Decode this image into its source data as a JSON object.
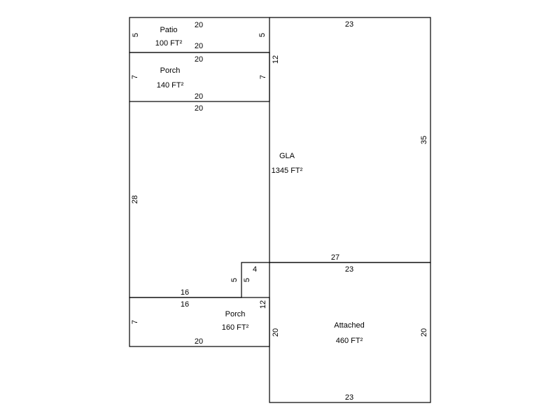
{
  "areas": {
    "patio": {
      "name": "Patio",
      "area": "100 FT²"
    },
    "porch_upper": {
      "name": "Porch",
      "area": "140 FT²"
    },
    "gla": {
      "name": "GLA",
      "area": "1345 FT²"
    },
    "porch_lower": {
      "name": "Porch",
      "area": "160 FT²"
    },
    "attached": {
      "name": "Attached",
      "area": "460 FT²"
    }
  },
  "dims": {
    "patio_top": "20",
    "patio_bottom": "20",
    "patio_left": "5",
    "patio_right": "5",
    "porch_u_top": "20",
    "porch_u_bottom": "20",
    "porch_u_left": "7",
    "porch_u_right": "7",
    "gla_top_left": "20",
    "gla_top_right": "23",
    "gla_right": "35",
    "gla_left": "28",
    "gla_inner_12_upper": "12",
    "gla_bottom": "27",
    "gla_step_4": "4",
    "gla_step_5": "5",
    "gla_step_16": "16",
    "porch_l_top": "16",
    "porch_l_step_5": "5",
    "porch_l_right": "12",
    "porch_l_left": "7",
    "porch_l_bottom": "20",
    "att_top": "23",
    "att_bottom": "23",
    "att_left": "20",
    "att_right": "20"
  }
}
